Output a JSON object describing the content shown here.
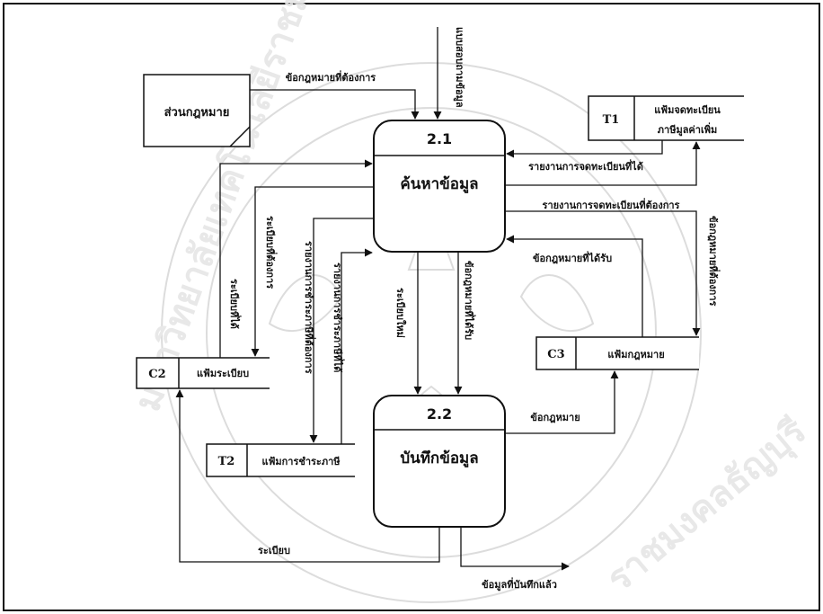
{
  "external_entity": {
    "label": "ส่วนกฎหมาย"
  },
  "processes": [
    {
      "id": "2.1",
      "name": "ค้นหาข้อมูล"
    },
    {
      "id": "2.2",
      "name": "บันทึกข้อมูล"
    }
  ],
  "data_stores": [
    {
      "id": "T1",
      "name_line1": "แฟ้มจดทะเบียน",
      "name_line2": "ภาษีมูลค่าเพิ่ม"
    },
    {
      "id": "C2",
      "name": "แฟ้มระเบียบ"
    },
    {
      "id": "C3",
      "name": "แฟ้มกฎหมาย"
    },
    {
      "id": "T2",
      "name": "แฟ้มการชำระภาษี"
    }
  ],
  "flows": {
    "law_needed": "ข้อกฎหมายที่ต้องการ",
    "request_data": "แบบสอบถามข้อมูล",
    "reg_report": "รายงานการจดทะเบียนที่ได้",
    "reg_report_needed": "รายงานการจดทะเบียนที่ต้องการ",
    "law_data_needed": "ข้อกฎหมายที่ต้องการ",
    "law_received": "ข้อกฎหมายที่ได้รับ",
    "regulation_received": "ระเบียบที่ได้",
    "regulation_needed": "ระเบียบที่ต้องการ",
    "payment_report_needed": "รายงานการชำระภาษีที่ต้องการ",
    "payment_report_received": "รายงานการชำระภาษีที่ได้",
    "regulation_new": "ระเบียบใหม่",
    "law_info_received": "ข้อกฎหมายที่ได้รับ",
    "law": "ข้อกฎหมาย",
    "regulation": "ระเบียบ",
    "recorded_data": "ข้อมูลที่บันทึกแล้ว"
  },
  "watermark": {
    "text_left": "มหาวิทยาลัยเทคโนโลยีราชมงคล",
    "text_right": "ราชมงคลธัญบุรี"
  }
}
